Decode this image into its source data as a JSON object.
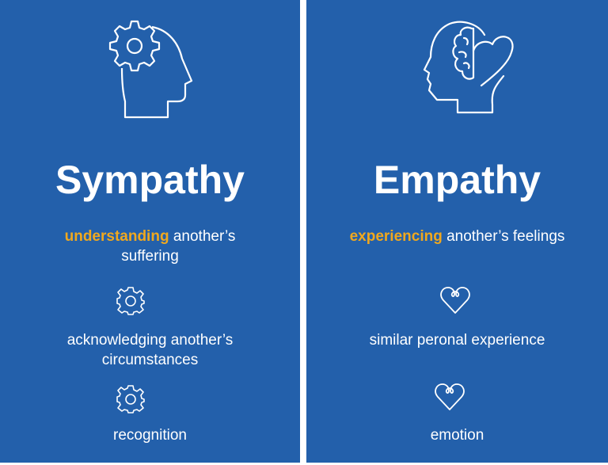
{
  "colors": {
    "background": "#2360ab",
    "highlight": "#f0a81e",
    "text": "#ffffff",
    "divider": "#ffffff"
  },
  "sympathy": {
    "icon": "head-with-gear-icon",
    "title": "Sympathy",
    "definition": {
      "highlight": "understanding",
      "rest_line1": " another’s",
      "line2": "suffering"
    },
    "items": [
      {
        "icon": "gear-icon",
        "line1": "acknowledging another’s",
        "line2": "circumstances"
      },
      {
        "icon": "gear-icon",
        "line1": "recognition",
        "line2": ""
      }
    ]
  },
  "empathy": {
    "icon": "head-with-brain-and-heart-icon",
    "title": "Empathy",
    "definition": {
      "highlight": "experiencing",
      "rest_line1": " another’s feelings"
    },
    "items": [
      {
        "icon": "heart-icon",
        "line1": "similar peronal experience"
      },
      {
        "icon": "heart-icon",
        "line1": "emotion"
      }
    ]
  }
}
